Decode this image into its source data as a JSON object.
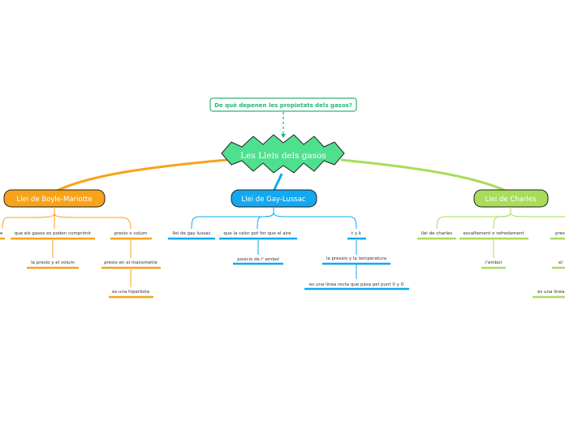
{
  "question": "De què depenen les propietats dels gasos?",
  "central": "Les Lleis dels gasos",
  "colors": {
    "question": "#2bb673",
    "central_fill": "#4ee08e",
    "boyle": "#f7a21b",
    "gaylussac": "#12a9f0",
    "charles": "#a8dc5a"
  },
  "branches": {
    "boyle": {
      "title": "Llei de Boyle-Mariotte",
      "items": [
        "e",
        "que els gasos es poden comprimir",
        "presio x volum"
      ],
      "sub": [
        "la presio y el volum",
        "presio en el manometre",
        "es una hiperbola"
      ]
    },
    "gaylussac": {
      "title": "Llei de Gay-Lussac",
      "items": [
        "llei de gay lussac",
        "que la calor pot fer que el aire",
        "t y k"
      ],
      "sub": [
        "posicio de l' embol",
        "la pressio y la temperatura",
        "es una linea recta que pasa pel punt 0 y 0"
      ]
    },
    "charles": {
      "title": "Llei de Charles",
      "items": [
        "llei de charles",
        "escalfament o refredament",
        "pres"
      ],
      "sub": [
        "l'embol",
        "el",
        "es una linea"
      ]
    }
  }
}
